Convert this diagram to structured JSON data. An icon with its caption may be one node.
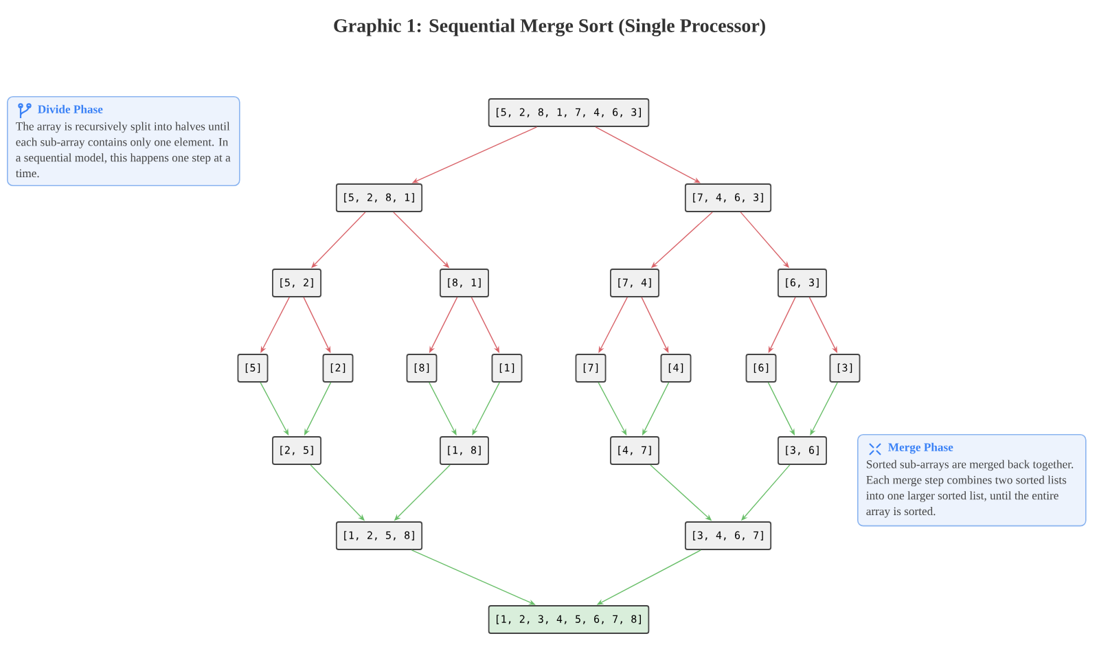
{
  "diagram": {
    "title": "Graphic 1: Sequential Merge Sort (Single Processor)",
    "nodes": [
      {
        "text": [
          "[5, 2, 8, 1, 7, 4, 6, 3]"
        ]
      },
      {
        "text": [
          "[5, 2, 8, 1]"
        ]
      },
      {
        "text": [
          "[7, 4, 6, 3]"
        ]
      },
      {
        "text": [
          "[5, 2]"
        ]
      },
      {
        "text": [
          "[8, 1]"
        ]
      },
      {
        "text": [
          "[7, 4]"
        ]
      },
      {
        "text": [
          "[6, 3]"
        ]
      },
      {
        "text": [
          "[5]"
        ]
      },
      {
        "text": [
          "[2]"
        ]
      },
      {
        "text": [
          "[8]"
        ]
      },
      {
        "text": [
          "[1]"
        ]
      },
      {
        "text": [
          "[7]"
        ]
      },
      {
        "text": [
          "[4]"
        ]
      },
      {
        "text": [
          "[6]"
        ]
      },
      {
        "text": [
          "[3]"
        ]
      },
      {
        "text": [
          "[2, 5]"
        ]
      },
      {
        "text": [
          "[1, 8]"
        ]
      },
      {
        "text": [
          "[4, 7]"
        ]
      },
      {
        "text": [
          "[3, 6]"
        ]
      },
      {
        "text": [
          "[1, 2, 5, 8]"
        ]
      },
      {
        "text": [
          "[3, 4, 6, 7]"
        ]
      },
      {
        "text": [
          "[1, 2, 3, 4, 5, 6, 7, 8]"
        ]
      },
      {
        "text": [
          "Divide Phase",
          "The array is recursively split into halves until each sub-array contains only one element. In a sequential model, this happens one step at a time."
        ]
      },
      {
        "text": [
          "Merge Phase",
          "Sorted sub-arrays are merged back together. Each merge step combines two sorted lists into one larger sorted list, until the entire array is sorted."
        ]
      }
    ],
    "edges": [
      {
        "from": 0,
        "to": 1,
        "arrow": "to",
        "color": "#d9646a"
      },
      {
        "from": 0,
        "to": 2,
        "arrow": "to",
        "color": "#d9646a"
      },
      {
        "from": 1,
        "to": 3,
        "arrow": "to",
        "color": "#d9646a"
      },
      {
        "from": 1,
        "to": 4,
        "arrow": "to",
        "color": "#d9646a"
      },
      {
        "from": 2,
        "to": 5,
        "arrow": "to",
        "color": "#d9646a"
      },
      {
        "from": 2,
        "to": 6,
        "arrow": "to",
        "color": "#d9646a"
      },
      {
        "from": 3,
        "to": 7,
        "arrow": "to",
        "color": "#d9646a"
      },
      {
        "from": 3,
        "to": 8,
        "arrow": "to",
        "color": "#d9646a"
      },
      {
        "from": 4,
        "to": 9,
        "arrow": "to",
        "color": "#d9646a"
      },
      {
        "from": 4,
        "to": 10,
        "arrow": "to",
        "color": "#d9646a"
      },
      {
        "from": 5,
        "to": 11,
        "arrow": "to",
        "color": "#d9646a"
      },
      {
        "from": 5,
        "to": 12,
        "arrow": "to",
        "color": "#d9646a"
      },
      {
        "from": 6,
        "to": 13,
        "arrow": "to",
        "color": "#d9646a"
      },
      {
        "from": 6,
        "to": 14,
        "arrow": "to",
        "color": "#d9646a"
      },
      {
        "from": 7,
        "to": 15,
        "arrow": "to",
        "color": "#6abf6a"
      },
      {
        "from": 8,
        "to": 15,
        "arrow": "to",
        "color": "#6abf6a"
      },
      {
        "from": 9,
        "to": 16,
        "arrow": "to",
        "color": "#6abf6a"
      },
      {
        "from": 10,
        "to": 16,
        "arrow": "to",
        "color": "#6abf6a"
      },
      {
        "from": 11,
        "to": 17,
        "arrow": "to",
        "color": "#6abf6a"
      },
      {
        "from": 12,
        "to": 17,
        "arrow": "to",
        "color": "#6abf6a"
      },
      {
        "from": 13,
        "to": 18,
        "arrow": "to",
        "color": "#6abf6a"
      },
      {
        "from": 14,
        "to": 18,
        "arrow": "to",
        "color": "#6abf6a"
      },
      {
        "from": 15,
        "to": 19,
        "arrow": "to",
        "color": "#6abf6a"
      },
      {
        "from": 16,
        "to": 19,
        "arrow": "to",
        "color": "#6abf6a"
      },
      {
        "from": 17,
        "to": 20,
        "arrow": "to",
        "color": "#6abf6a"
      },
      {
        "from": 18,
        "to": 20,
        "arrow": "to",
        "color": "#6abf6a"
      },
      {
        "from": 19,
        "to": 21,
        "arrow": "to",
        "color": "#6abf6a"
      },
      {
        "from": 20,
        "to": 21,
        "arrow": "to",
        "color": "#6abf6a"
      }
    ]
  }
}
